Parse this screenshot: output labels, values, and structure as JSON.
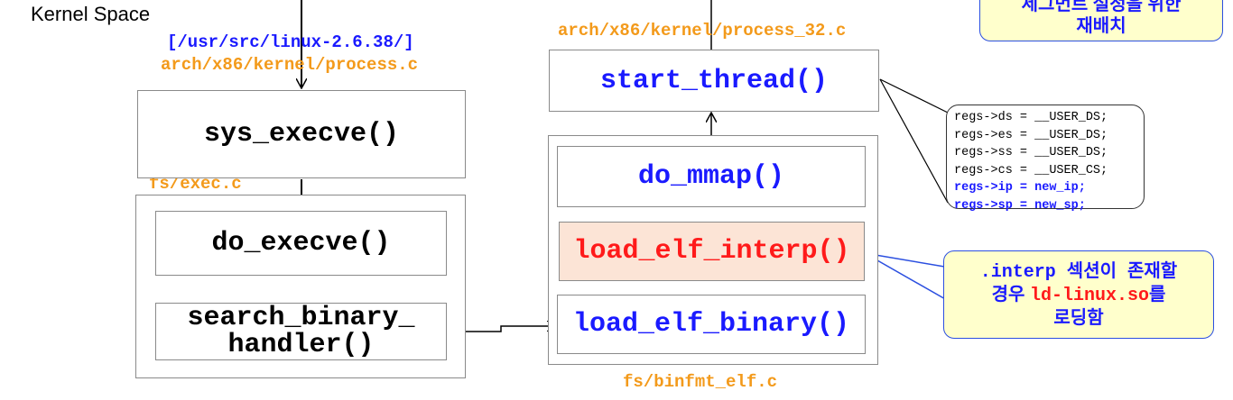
{
  "kernel_space_label": "Kernel Space",
  "paths": {
    "usr_src": "[/usr/src/linux-2.6.38/]",
    "process_c": "arch/x86/kernel/process.c",
    "process_32_c": "arch/x86/kernel/process_32.c",
    "exec_c": "fs/exec.c",
    "binfmt_elf_c": "fs/binfmt_elf.c"
  },
  "functions": {
    "sys_execve": "sys_execve()",
    "do_execve": "do_execve()",
    "search_binary_line1": "search_binary_",
    "search_binary_line2": "handler()",
    "start_thread": "start_thread()",
    "do_mmap": "do_mmap()",
    "load_elf_interp": "load_elf_interp()",
    "load_elf_binary": "load_elf_binary()"
  },
  "code_lines": [
    "regs->ds = __USER_DS;",
    "regs->es = __USER_DS;",
    "regs->ss = __USER_DS;",
    "regs->cs = __USER_CS;",
    "regs->ip = new_ip;",
    "regs->sp = new_sp;"
  ],
  "callout_top": {
    "line1": "세그먼트 설정을 위한",
    "line2": "재배치"
  },
  "callout_interp": {
    "line1": ".interp 섹션이 존재할",
    "line2_a": "경우 ",
    "line2_b": "ld-linux.so",
    "line2_c": "를",
    "line3": "로딩함"
  },
  "colors": {
    "orange_path": "#f39a1b",
    "blue_text": "#1a1aff",
    "red_text": "#ff1a1a",
    "highlight_fill": "#fce4d6",
    "callout_fill": "#ffffcc",
    "callout_border": "#2b4fe0"
  }
}
